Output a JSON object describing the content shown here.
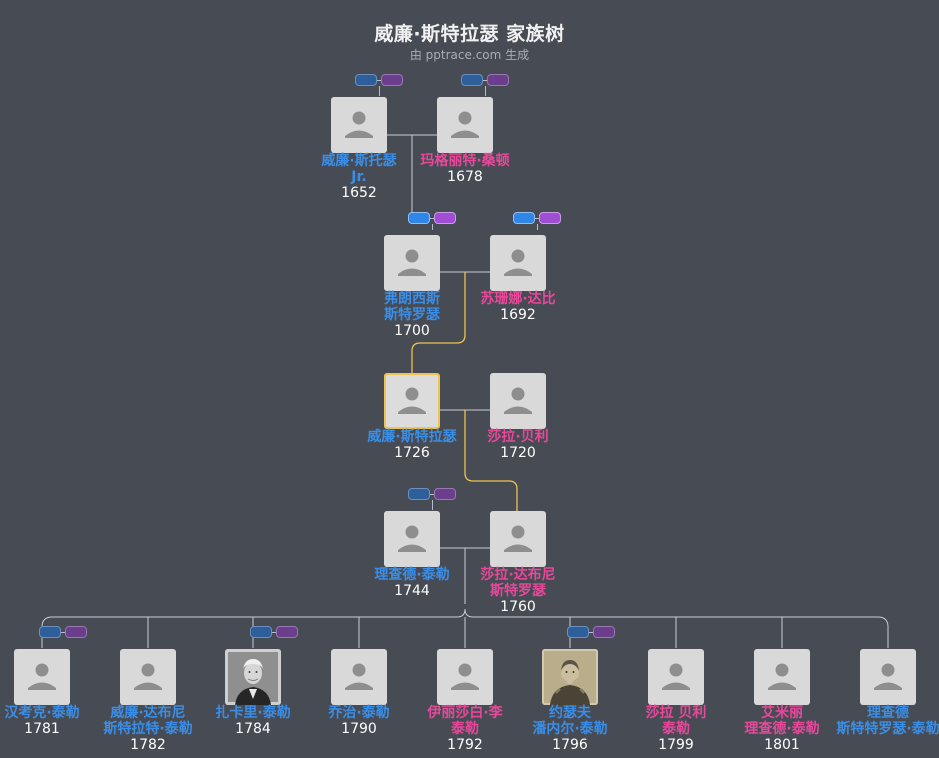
{
  "header": {
    "title": "威廉·斯特拉瑟 家族树",
    "subtitle": "由 pptrace.com 生成"
  },
  "colors": {
    "background": "#474b54",
    "male_name": "#3a8ee6",
    "female_name": "#e8489a",
    "highlight_line": "#f0c24f",
    "line": "#c9ccd2"
  },
  "people": [
    {
      "id": "p1",
      "name": "威廉·斯托瑟\nJr.",
      "year": "1652",
      "gender": "m",
      "avatar": "person-silhouette-icon"
    },
    {
      "id": "p2",
      "name": "玛格丽特·桑顿",
      "year": "1678",
      "gender": "f",
      "avatar": "person-silhouette-icon"
    },
    {
      "id": "p3",
      "name": "弗朗西斯\n斯特罗瑟",
      "year": "1700",
      "gender": "m",
      "avatar": "person-silhouette-icon"
    },
    {
      "id": "p4",
      "name": "苏珊娜·达比",
      "year": "1692",
      "gender": "f",
      "avatar": "person-silhouette-icon"
    },
    {
      "id": "p5",
      "name": "威廉·斯特拉瑟",
      "year": "1726",
      "gender": "m",
      "avatar": "person-silhouette-icon",
      "focus": true
    },
    {
      "id": "p6",
      "name": "莎拉·贝利",
      "year": "1720",
      "gender": "f",
      "avatar": "person-silhouette-icon"
    },
    {
      "id": "p7",
      "name": "理查德·泰勒",
      "year": "1744",
      "gender": "m",
      "avatar": "person-silhouette-icon"
    },
    {
      "id": "p8",
      "name": "莎拉·达布尼\n斯特罗瑟",
      "year": "1760",
      "gender": "f",
      "avatar": "person-silhouette-icon"
    },
    {
      "id": "c1",
      "name": "汉考克·泰勒",
      "year": "1781",
      "gender": "m",
      "avatar": "person-silhouette-icon"
    },
    {
      "id": "c2",
      "name": "威廉·达布尼\n斯特拉特·泰勒",
      "year": "1782",
      "gender": "m",
      "avatar": "person-silhouette-icon"
    },
    {
      "id": "c3",
      "name": "扎卡里·泰勒",
      "year": "1784",
      "gender": "m",
      "avatar": "portrait-photo-icon"
    },
    {
      "id": "c4",
      "name": "乔治·泰勒",
      "year": "1790",
      "gender": "m",
      "avatar": "person-silhouette-icon"
    },
    {
      "id": "c5",
      "name": "伊丽莎白·李\n泰勒",
      "year": "1792",
      "gender": "f",
      "avatar": "person-silhouette-icon"
    },
    {
      "id": "c6",
      "name": "约瑟夫\n潘内尔·泰勒",
      "year": "1796",
      "gender": "m",
      "avatar": "engraved-portrait-icon"
    },
    {
      "id": "c7",
      "name": "莎拉 贝利\n泰勒",
      "year": "1799",
      "gender": "f",
      "avatar": "person-silhouette-icon"
    },
    {
      "id": "c8",
      "name": "艾米丽\n理查德·泰勒",
      "year": "1801",
      "gender": "f",
      "avatar": "person-silhouette-icon"
    },
    {
      "id": "c9",
      "name": "理查德\n斯特特罗瑟·泰勒",
      "year": "",
      "gender": "m",
      "avatar": "person-silhouette-icon"
    }
  ]
}
